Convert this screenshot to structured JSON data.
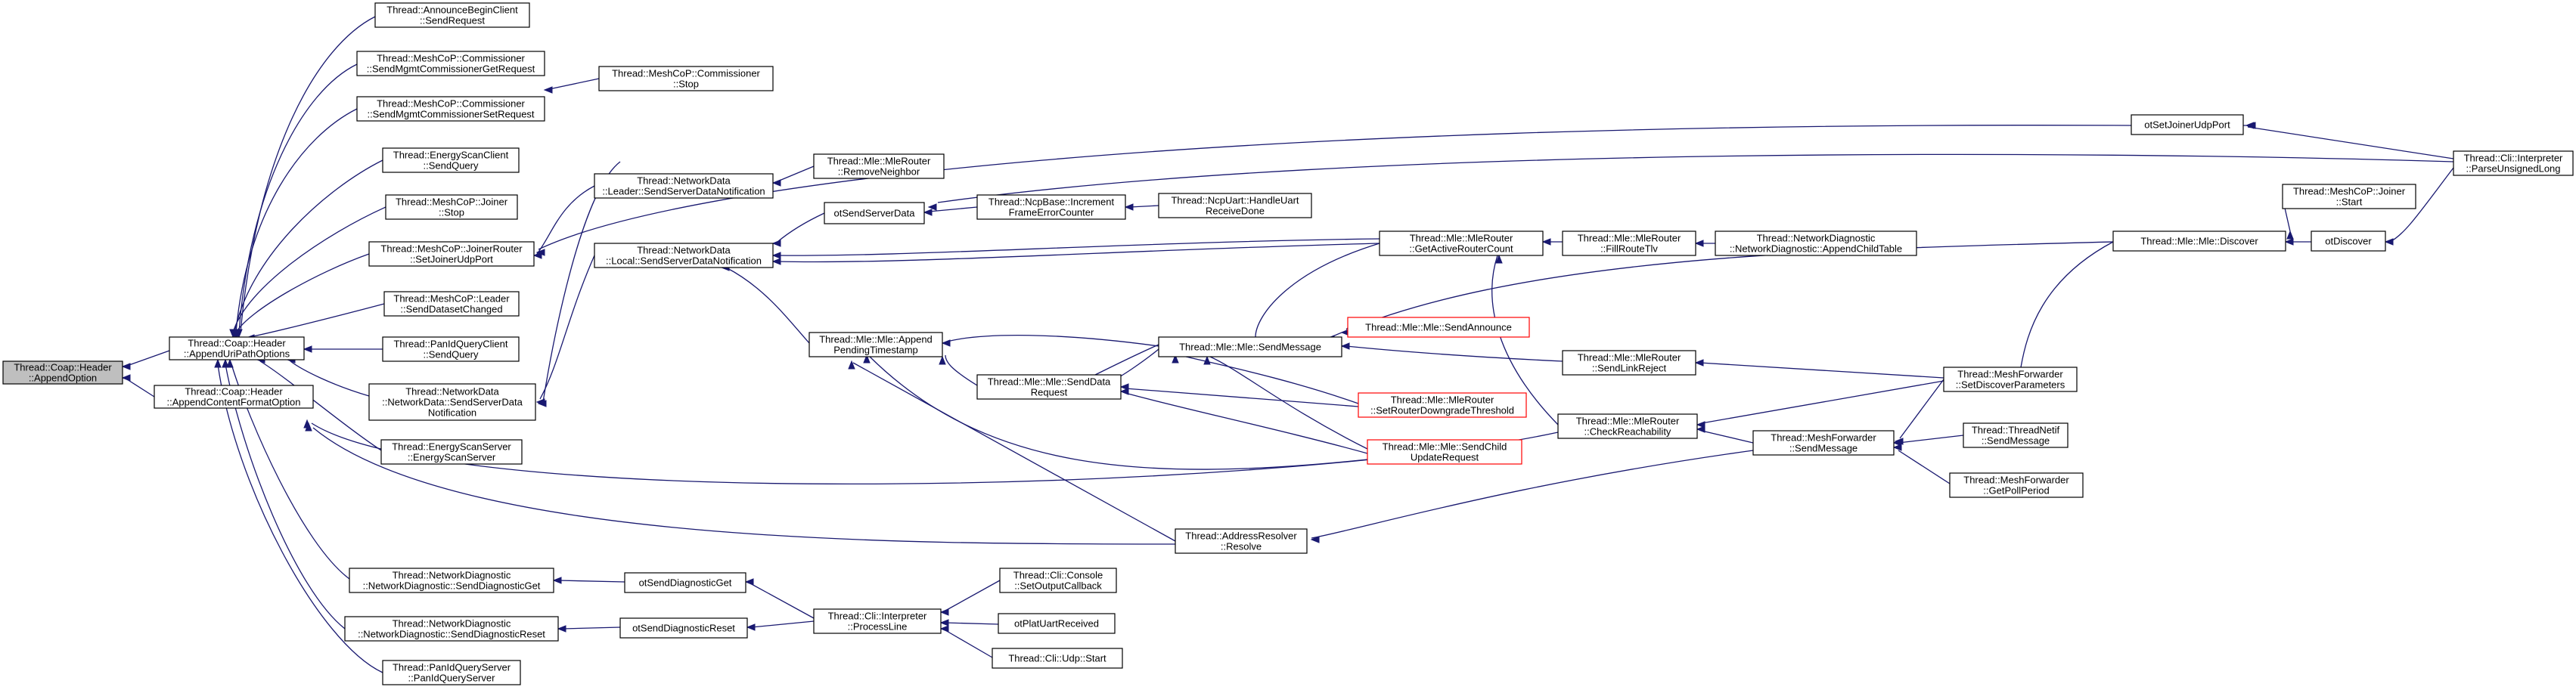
{
  "colors": {
    "edge": "#191970",
    "root_fill": "#bfbfbf",
    "truncated_border": "#ff0000",
    "node_border": "#000000",
    "background": "#ffffff"
  },
  "nodes": {
    "n1": {
      "lines": [
        "Thread::Coap::Header",
        "::AppendOption"
      ]
    },
    "n2": {
      "lines": [
        "Thread::Coap::Header",
        "::AppendUriPathOptions"
      ]
    },
    "n3": {
      "lines": [
        "Thread::Coap::Header",
        "::AppendContentFormatOption"
      ]
    },
    "n4": {
      "lines": [
        "Thread::AnnounceBeginClient",
        "::SendRequest"
      ]
    },
    "n5": {
      "lines": [
        "Thread::MeshCoP::Commissioner",
        "::SendMgmtCommissionerGetRequest"
      ]
    },
    "n6": {
      "lines": [
        "Thread::MeshCoP::Commissioner",
        "::SendMgmtCommissionerSetRequest"
      ]
    },
    "n7": {
      "lines": [
        "Thread::EnergyScanClient",
        "::SendQuery"
      ]
    },
    "n8": {
      "lines": [
        "Thread::MeshCoP::Joiner",
        "::Stop"
      ]
    },
    "n9": {
      "lines": [
        "Thread::MeshCoP::JoinerRouter",
        "::SetJoinerUdpPort"
      ]
    },
    "n10": {
      "lines": [
        "Thread::MeshCoP::Leader",
        "::SendDatasetChanged"
      ]
    },
    "n11": {
      "lines": [
        "Thread::PanIdQueryClient",
        "::SendQuery"
      ]
    },
    "n12": {
      "lines": [
        "Thread::NetworkData",
        "::NetworkData::SendServerData",
        "Notification"
      ]
    },
    "n13": {
      "lines": [
        "Thread::EnergyScanServer",
        "::EnergyScanServer"
      ]
    },
    "n14": {
      "lines": [
        "Thread::NetworkDiagnostic",
        "::NetworkDiagnostic::SendDiagnosticGet"
      ]
    },
    "n15": {
      "lines": [
        "Thread::NetworkDiagnostic",
        "::NetworkDiagnostic::SendDiagnosticReset"
      ]
    },
    "n16": {
      "lines": [
        "Thread::PanIdQueryServer",
        "::PanIdQueryServer"
      ]
    },
    "n17": {
      "lines": [
        "Thread::MeshCoP::Commissioner",
        "::Stop"
      ]
    },
    "n18": {
      "lines": [
        "Thread::NetworkData",
        "::Leader::SendServerDataNotification"
      ]
    },
    "n19": {
      "lines": [
        "Thread::NetworkData",
        "::Local::SendServerDataNotification"
      ]
    },
    "n20": {
      "lines": [
        "Thread::Mle::MleRouter",
        "::RemoveNeighbor"
      ]
    },
    "n21": {
      "lines": [
        "otSendServerData"
      ]
    },
    "n22": {
      "lines": [
        "Thread::NcpBase::Increment",
        "FrameErrorCounter"
      ]
    },
    "n23": {
      "lines": [
        "Thread::NcpUart::HandleUart",
        "ReceiveDone"
      ]
    },
    "n24": {
      "lines": [
        "Thread::Mle::Mle::Append",
        "PendingTimestamp"
      ]
    },
    "n25": {
      "lines": [
        "Thread::Mle::Mle::SendData",
        "Request"
      ]
    },
    "n26": {
      "lines": [
        "Thread::Mle::Mle::SendMessage"
      ]
    },
    "n27": {
      "lines": [
        "Thread::Mle::Mle::SendAnnounce"
      ]
    },
    "n28": {
      "lines": [
        "Thread::Mle::MleRouter",
        "::SetRouterDowngradeThreshold"
      ]
    },
    "n29": {
      "lines": [
        "Thread::Mle::Mle::SendChild",
        "UpdateRequest"
      ]
    },
    "n30": {
      "lines": [
        "Thread::Mle::MleRouter",
        "::GetActiveRouterCount"
      ]
    },
    "n31": {
      "lines": [
        "Thread::Mle::MleRouter",
        "::FillRouteTlv"
      ]
    },
    "n32": {
      "lines": [
        "Thread::NetworkDiagnostic",
        "::NetworkDiagnostic::AppendChildTable"
      ]
    },
    "n33": {
      "lines": [
        "Thread::Mle::MleRouter",
        "::SendLinkReject"
      ]
    },
    "n34": {
      "lines": [
        "Thread::Mle::MleRouter",
        "::CheckReachability"
      ]
    },
    "n35": {
      "lines": [
        "Thread::MeshForwarder",
        "::SendMessage"
      ]
    },
    "n36": {
      "lines": [
        "Thread::MeshForwarder",
        "::SetDiscoverParameters"
      ]
    },
    "n37": {
      "lines": [
        "Thread::ThreadNetif",
        "::SendMessage"
      ]
    },
    "n38": {
      "lines": [
        "Thread::MeshForwarder",
        "::GetPollPeriod"
      ]
    },
    "n39": {
      "lines": [
        "Thread::Mle::Mle::Discover"
      ]
    },
    "n40": {
      "lines": [
        "Thread::MeshCoP::Joiner",
        "::Start"
      ]
    },
    "n41": {
      "lines": [
        "otDiscover"
      ]
    },
    "n42": {
      "lines": [
        "otSetJoinerUdpPort"
      ]
    },
    "n43": {
      "lines": [
        "Thread::Cli::Interpreter",
        "::ParseUnsignedLong"
      ]
    },
    "n44": {
      "lines": [
        "Thread::AddressResolver",
        "::Resolve"
      ]
    },
    "n45": {
      "lines": [
        "otSendDiagnosticGet"
      ]
    },
    "n46": {
      "lines": [
        "otSendDiagnosticReset"
      ]
    },
    "n47": {
      "lines": [
        "Thread::Cli::Interpreter",
        "::ProcessLine"
      ]
    },
    "n48": {
      "lines": [
        "Thread::Cli::Console",
        "::SetOutputCallback"
      ]
    },
    "n49": {
      "lines": [
        "otPlatUartReceived"
      ]
    },
    "n50": {
      "lines": [
        "Thread::Cli::Udp::Start"
      ]
    }
  }
}
